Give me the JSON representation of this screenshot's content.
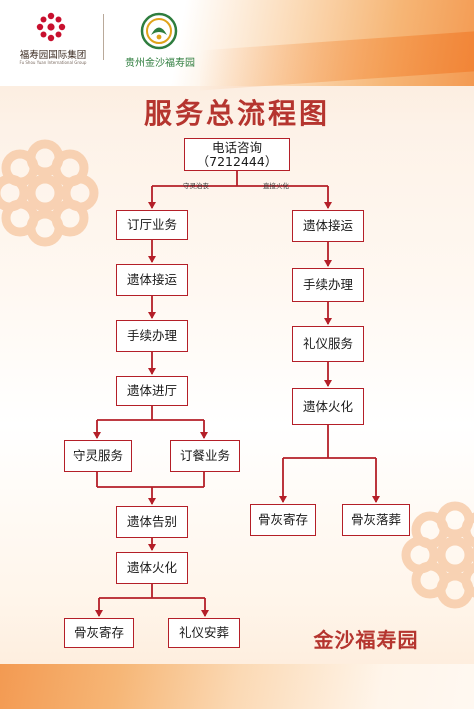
{
  "header": {
    "left_logo_name": "福寿园国际集团",
    "left_logo_subtitle": "Fu Shou Yuan International Group",
    "right_logo_name": "贵州金沙福寿园"
  },
  "title": "服务总流程图",
  "flow": {
    "start": {
      "line1": "电话咨询",
      "line2": "（7212444）"
    },
    "branch_labels": {
      "left": "守灵治丧",
      "right": "直接火化"
    },
    "left": {
      "ding_ting": "订厅业务",
      "jie_yun": "遗体接运",
      "shou_xu": "手续办理",
      "jin_ting": "遗体进厅",
      "shou_ling": "守灵服务",
      "ding_can": "订餐业务",
      "gao_bie": "遗体告别",
      "huo_hua": "遗体火化",
      "ji_cun": "骨灰寄存",
      "an_zang": "礼仪安葬"
    },
    "right": {
      "jie_yun": "遗体接运",
      "shou_xu": "手续办理",
      "li_yi": "礼仪服务",
      "huo_hua": "遗体火化",
      "ji_cun": "骨灰寄存",
      "luo_zang": "骨灰落葬"
    }
  },
  "footer": {
    "brand": "金沙福寿园"
  },
  "colors": {
    "accent_red": "#b41f28",
    "title_red": "#b5352f",
    "brand_orange": "#f39a52",
    "emblem_green": "#2e7d3e"
  }
}
